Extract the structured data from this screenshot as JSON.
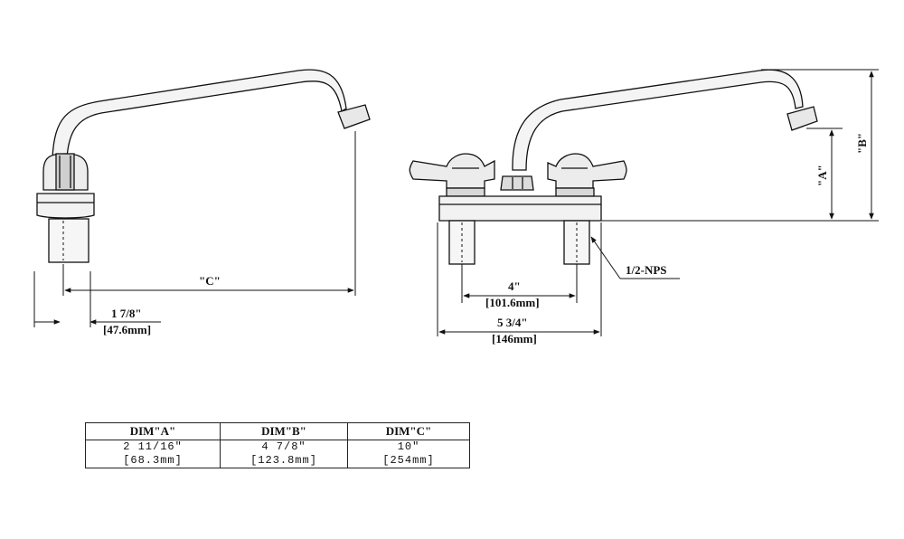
{
  "side_view": {
    "dim_c_label": "\"C\"",
    "offset_fraction": "1 7/8\"",
    "offset_metric": "[47.6mm]"
  },
  "front_view": {
    "center_spacing": "4\"",
    "center_spacing_metric": "[101.6mm]",
    "overall_width": "5 3/4\"",
    "overall_width_metric": "[146mm]",
    "thread_callout": "1/2-NPS",
    "dim_a_label": "\"A\"",
    "dim_b_label": "\"B\""
  },
  "dimension_table": {
    "headers": [
      "DIM\"A\"",
      "DIM\"B\"",
      "DIM\"C\""
    ],
    "imperial": [
      "2 11/16\"",
      "4 7/8\"",
      "10\""
    ],
    "metric": [
      "[68.3mm]",
      "[123.8mm]",
      "[254mm]"
    ]
  }
}
